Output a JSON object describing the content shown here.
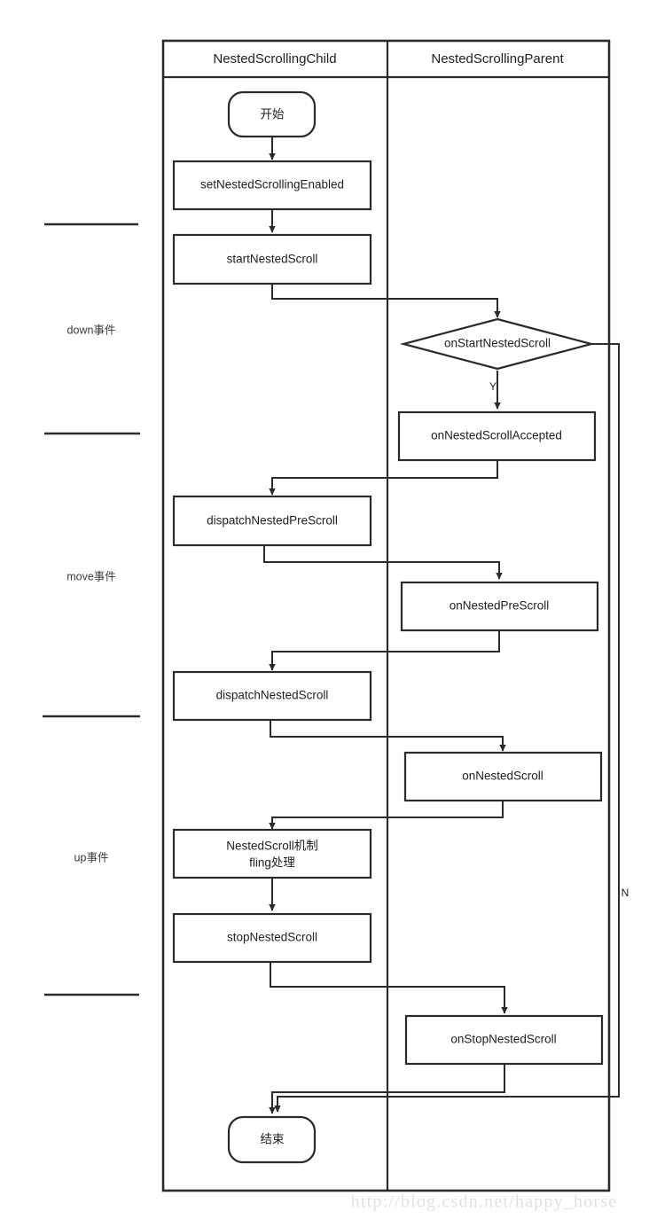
{
  "diagram": {
    "title_lanes": [
      {
        "id": "child",
        "label": "NestedScrollingChild"
      },
      {
        "id": "parent",
        "label": "NestedScrollingParent"
      }
    ],
    "phase_labels": [
      {
        "id": "down",
        "label": "down事件"
      },
      {
        "id": "move",
        "label": "move事件"
      },
      {
        "id": "up",
        "label": "up事件"
      }
    ],
    "nodes": [
      {
        "id": "start",
        "lane": "child",
        "shape": "terminator",
        "label": "开始"
      },
      {
        "id": "set-nested-scrolling-enabled",
        "lane": "child",
        "shape": "process",
        "label": "setNestedScrollingEnabled"
      },
      {
        "id": "start-nested-scroll",
        "lane": "child",
        "shape": "process",
        "label": "startNestedScroll"
      },
      {
        "id": "on-start-nested-scroll",
        "lane": "parent",
        "shape": "decision",
        "label": "onStartNestedScroll"
      },
      {
        "id": "on-nested-scroll-accepted",
        "lane": "parent",
        "shape": "process",
        "label": "onNestedScrollAccepted"
      },
      {
        "id": "dispatch-nested-pre-scroll",
        "lane": "child",
        "shape": "process",
        "label": "dispatchNestedPreScroll"
      },
      {
        "id": "on-nested-pre-scroll",
        "lane": "parent",
        "shape": "process",
        "label": "onNestedPreScroll"
      },
      {
        "id": "dispatch-nested-scroll",
        "lane": "child",
        "shape": "process",
        "label": "dispatchNestedScroll"
      },
      {
        "id": "on-nested-scroll",
        "lane": "parent",
        "shape": "process",
        "label": "onNestedScroll"
      },
      {
        "id": "nested-scroll-fling",
        "lane": "child",
        "shape": "process",
        "label_line1": "NestedScroll机制",
        "label_line2": "fling处理"
      },
      {
        "id": "stop-nested-scroll",
        "lane": "child",
        "shape": "process",
        "label": "stopNestedScroll"
      },
      {
        "id": "on-stop-nested-scroll",
        "lane": "parent",
        "shape": "process",
        "label": "onStopNestedScroll"
      },
      {
        "id": "end",
        "lane": "child",
        "shape": "terminator",
        "label": "结束"
      }
    ],
    "edge_labels": [
      {
        "id": "yes-branch",
        "label": "Y"
      },
      {
        "id": "no-branch",
        "label": "N"
      }
    ],
    "watermark": "http://blog.csdn.net/happy_horse",
    "colors": {
      "stroke": "#2b2b2b",
      "fill": "#ffffff",
      "text": "#222222",
      "watermark": "#e2e2e2"
    }
  }
}
